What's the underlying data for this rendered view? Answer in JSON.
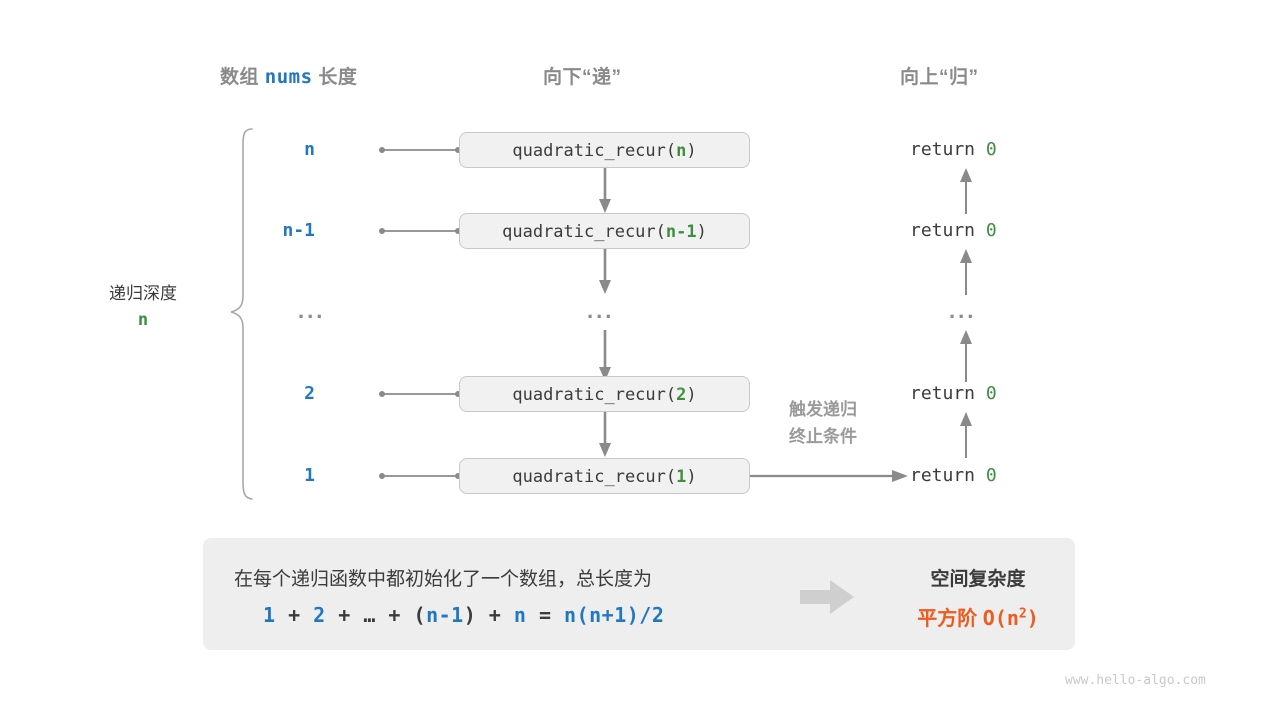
{
  "headers": {
    "left": {
      "pre": "数组 ",
      "code": "nums",
      "post": " 长度"
    },
    "middle": "向下“递”",
    "right": "向上“归”"
  },
  "brace_caption": {
    "text": "递归深度",
    "value": "n"
  },
  "rows": [
    {
      "depth": "n",
      "call_prefix": "quadratic_recur(",
      "call_arg": "n",
      "call_suffix": ")",
      "return": "return ",
      "return_value": "0"
    },
    {
      "depth": "n-1",
      "call_prefix": "quadratic_recur(",
      "call_arg": "n-1",
      "call_suffix": ")",
      "return": "return ",
      "return_value": "0"
    },
    {
      "depth": "...",
      "call_prefix": "...",
      "call_arg": "",
      "call_suffix": "",
      "return": "...",
      "return_value": ""
    },
    {
      "depth": "2",
      "call_prefix": "quadratic_recur(",
      "call_arg": "2",
      "call_suffix": ")",
      "return": "return ",
      "return_value": "0"
    },
    {
      "depth": "1",
      "call_prefix": "quadratic_recur(",
      "call_arg": "1",
      "call_suffix": ")",
      "return": "return ",
      "return_value": "0"
    }
  ],
  "trigger_note": {
    "line1": "触发递归",
    "line2": "终止条件"
  },
  "summary": {
    "description": "在每个递归函数中都初始化了一个数组，总长度为",
    "formula_parts": [
      {
        "t": "1",
        "c": "blue"
      },
      {
        "t": " + ",
        "c": "dark"
      },
      {
        "t": "2",
        "c": "blue"
      },
      {
        "t": " + ",
        "c": "dark"
      },
      {
        "t": "…",
        "c": "dark"
      },
      {
        "t": " + ",
        "c": "dark"
      },
      {
        "t": "(",
        "c": "dark"
      },
      {
        "t": "n-1",
        "c": "blue"
      },
      {
        "t": ")",
        "c": "dark"
      },
      {
        "t": " + ",
        "c": "dark"
      },
      {
        "t": "n",
        "c": "blue"
      },
      {
        "t": " = ",
        "c": "dark"
      },
      {
        "t": "n(n+1)/2",
        "c": "blue"
      }
    ],
    "formula_text": "1 + 2 + … + (n-1) + n = n(n+1)/2",
    "result_title": "空间复杂度",
    "result_prefix": "平方阶 ",
    "result_notation": "O(n",
    "result_exponent": "2",
    "result_close": ")"
  },
  "watermark": "www.hello-algo.com",
  "colors": {
    "blue": "#2178c0",
    "green": "#3e8e41",
    "orange": "#ef5a1e",
    "gray_text": "#3b3b3b",
    "gray_muted": "#8a8a8a",
    "box_fill": "#f1f1f1",
    "panel_fill": "#eeeeee",
    "connector": "#8a8a8a"
  }
}
